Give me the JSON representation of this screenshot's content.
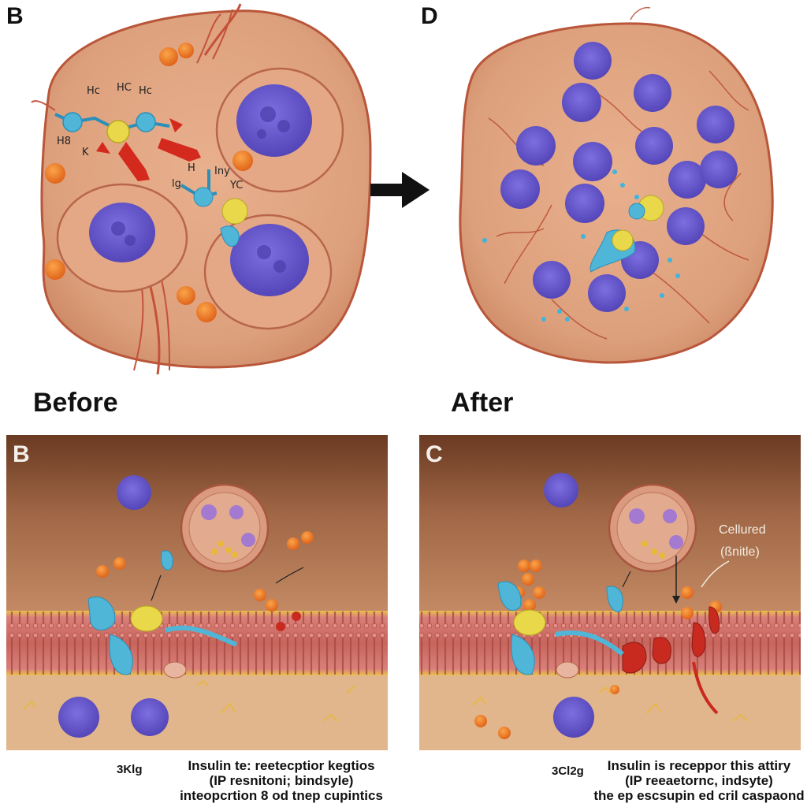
{
  "panels": {
    "top_left": {
      "letter": "B",
      "caption": "Before",
      "molecule_labels": [
        "Hc",
        "HC",
        "Hc",
        "H8",
        "K",
        "H",
        "lg",
        "Iny",
        "YC"
      ]
    },
    "arrow": {
      "icon": "right-arrow-icon"
    },
    "top_right": {
      "letter": "D",
      "caption": "After"
    },
    "bottom_left": {
      "letter": "B",
      "caption_id": "3Klg",
      "caption_lines": [
        "Insulin te: reetecptior kegtios",
        "(IP resnitoni; bindsyle)",
        "inteopcrtion 8 od tnep cupintics"
      ]
    },
    "bottom_right": {
      "letter": "C",
      "annotation_lines": [
        "Cellured",
        "(ßnitle)"
      ],
      "caption_id": "3Cl2g",
      "caption_lines": [
        "Insulin is receppor this attiry",
        "(IP reeaetornc, indsyte)",
        "the ep escsupin ed cril caspaond"
      ]
    }
  },
  "colors": {
    "cytoplasm": "#dea07c",
    "membrane": "#c8563c",
    "nucleus": "#6b5cc8",
    "receptor": "#4fb6d8",
    "ligand": "#e8d84a",
    "granule": "#ee7d22"
  }
}
